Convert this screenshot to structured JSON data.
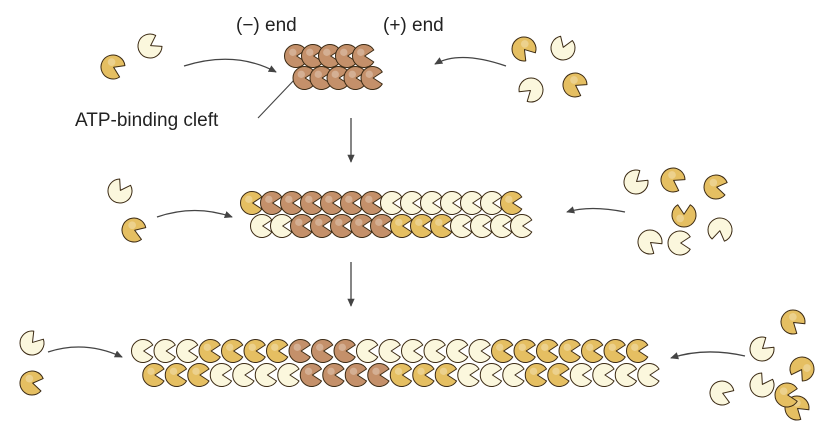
{
  "labels": {
    "minus_end": "(−) end",
    "plus_end": "(+) end",
    "cleft": "ATP-binding cleft"
  },
  "colors": {
    "brown": "#c4906a",
    "gold": "#e5bf62",
    "cream": "#fbf7dd",
    "outline": "#3b2a14",
    "arrow": "#444444"
  },
  "subunit_types": {
    "b": "ADP-actin subunit (brown)",
    "g": "ATP-actin subunit (gold)",
    "w": "ATP-actin subunit (pale)"
  },
  "filaments": [
    {
      "stage": 1,
      "top": [
        "b",
        "b",
        "b",
        "b",
        "b"
      ],
      "bottom": [
        "b",
        "b",
        "b",
        "b",
        "b"
      ]
    },
    {
      "stage": 2,
      "top": [
        "g",
        "b",
        "b",
        "b",
        "b",
        "b",
        "b",
        "w",
        "w",
        "w",
        "w",
        "w",
        "w",
        "g"
      ],
      "bottom": [
        "w",
        "w",
        "b",
        "b",
        "b",
        "b",
        "b",
        "g",
        "g",
        "g",
        "w",
        "w",
        "w",
        "w"
      ]
    },
    {
      "stage": 3,
      "top": [
        "w",
        "w",
        "w",
        "g",
        "g",
        "g",
        "g",
        "b",
        "b",
        "b",
        "w",
        "w",
        "w",
        "w",
        "w",
        "w",
        "g",
        "g",
        "g",
        "g",
        "g",
        "g",
        "g"
      ],
      "bottom": [
        "g",
        "g",
        "g",
        "w",
        "w",
        "w",
        "w",
        "b",
        "b",
        "b",
        "b",
        "g",
        "g",
        "g",
        "w",
        "w",
        "w",
        "g",
        "g",
        "w",
        "w",
        "w",
        "w"
      ]
    }
  ],
  "free_subunits": [
    [
      "g",
      "w"
    ],
    [
      "g",
      "w",
      "w",
      "g"
    ],
    [
      "w",
      "g"
    ],
    [
      "w",
      "g",
      "g",
      "w",
      "g",
      "w",
      "w"
    ],
    [
      "w",
      "g"
    ],
    [
      "g",
      "w",
      "g",
      "w",
      "w",
      "g",
      "g"
    ]
  ]
}
